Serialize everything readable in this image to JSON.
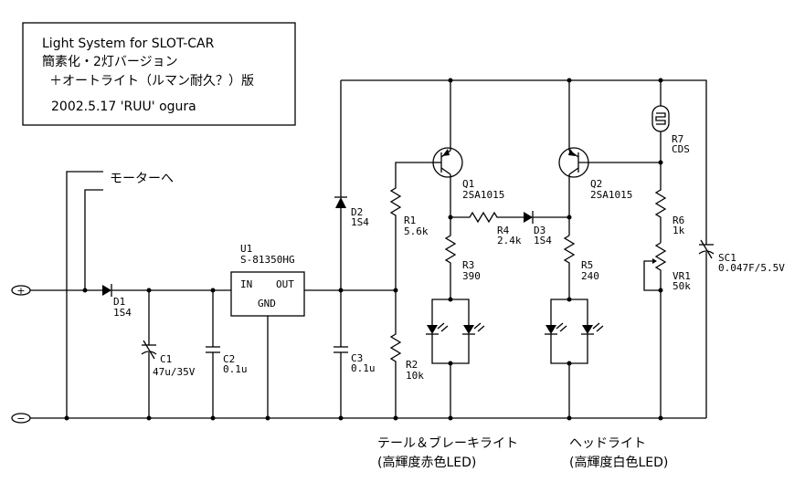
{
  "title_box": {
    "line1": "Light System for SLOT-CAR",
    "line2": "簡素化・2灯バージョン",
    "line3": "＋オートライト（ルマン耐久？）版",
    "line4": "2002.5.17 'RUU' ogura"
  },
  "terminals": {
    "plus": "+",
    "minus": "−"
  },
  "motor_label": "モーターへ",
  "components": {
    "d1": {
      "ref": "D1",
      "value": "1S4"
    },
    "c1": {
      "ref": "C1",
      "value": "47u/35V"
    },
    "c2": {
      "ref": "C2",
      "value": "0.1u"
    },
    "u1": {
      "ref": "U1",
      "value": "S-81350HG",
      "pin_in": "IN",
      "pin_out": "OUT",
      "pin_gnd": "GND"
    },
    "d2": {
      "ref": "D2",
      "value": "1S4"
    },
    "c3": {
      "ref": "C3",
      "value": "0.1u"
    },
    "r1": {
      "ref": "R1",
      "value": "5.6k"
    },
    "r2": {
      "ref": "R2",
      "value": "10k"
    },
    "q1": {
      "ref": "Q1",
      "value": "2SA1015"
    },
    "r3": {
      "ref": "R3",
      "value": "390"
    },
    "r4": {
      "ref": "R4",
      "value": "2.4k"
    },
    "d3": {
      "ref": "D3",
      "value": "1S4"
    },
    "q2": {
      "ref": "Q2",
      "value": "2SA1015"
    },
    "r5": {
      "ref": "R5",
      "value": "240"
    },
    "r7": {
      "ref": "R7",
      "value": "CDS"
    },
    "r6": {
      "ref": "R6",
      "value": "1k"
    },
    "vr1": {
      "ref": "VR1",
      "value": "50k"
    },
    "sc1": {
      "ref": "SC1",
      "value": "0.047F/5.5V"
    }
  },
  "captions": {
    "tail_line1": "テール＆ブレーキライト",
    "tail_line2": "(高輝度赤色LED)",
    "head_line1": "ヘッドライト",
    "head_line2": "(高輝度白色LED)"
  }
}
